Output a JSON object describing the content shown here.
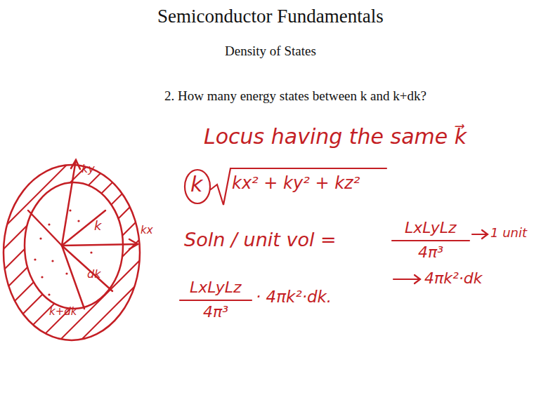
{
  "diagram": {
    "title": "Semiconductor Fundamentals",
    "labels": [
      "Density of States",
      "2. How many energy states between k and k+dk?",
      "Locus having the same k⃗",
      "k",
      "kx² + ky² + kz²",
      "Soln / unit vol =",
      "LxLyLz",
      "4π³",
      "1 unit",
      "LxLyLz",
      "4π³",
      "· 4πk²·dk.",
      "4πk²·dk",
      "ky",
      "k",
      "dk",
      "k+dk",
      "kx"
    ]
  }
}
